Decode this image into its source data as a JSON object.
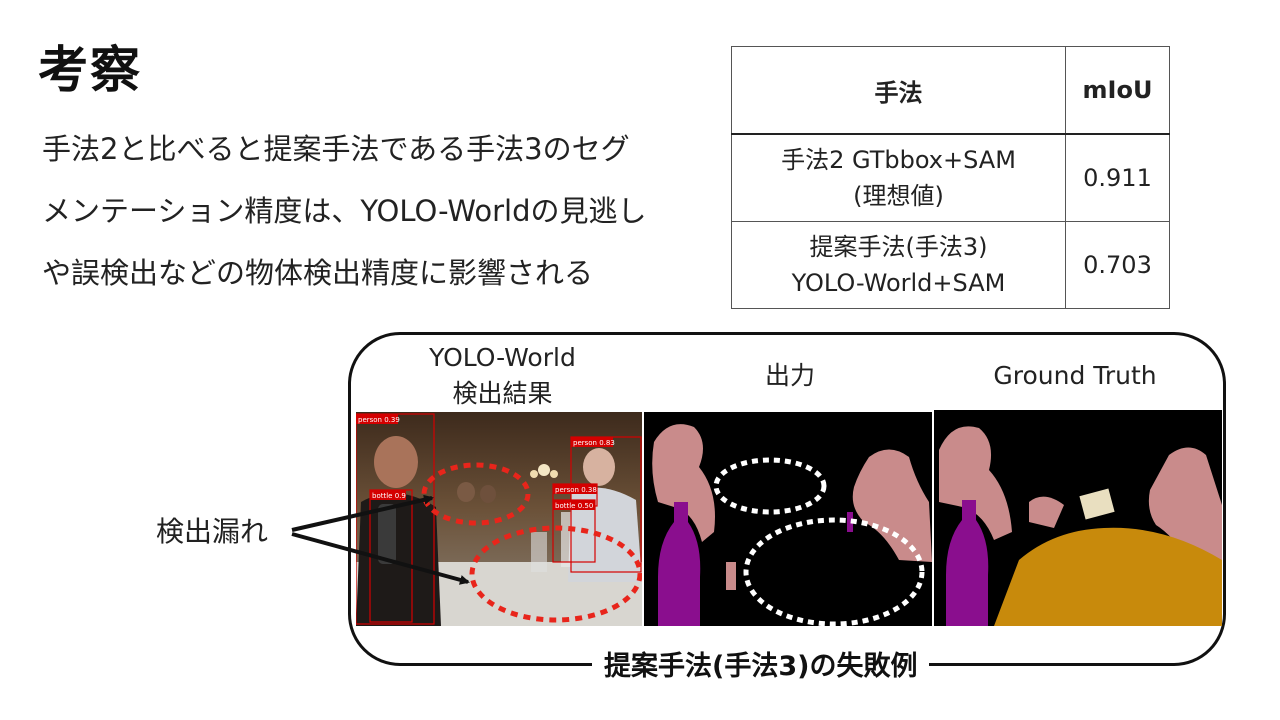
{
  "title": "考察",
  "body_lines": [
    "手法2と比べると提案手法である手法3のセグ",
    "メンテーション精度は、YOLO-Worldの見逃し",
    "や誤検出などの物体検出精度に影響される"
  ],
  "table": {
    "headers": [
      "手法",
      "mIoU"
    ],
    "rows": [
      {
        "method_line1": "手法2 GTbbox+SAM",
        "method_line2": "(理想値)",
        "miou": "0.911"
      },
      {
        "method_line1": "提案手法(手法3)",
        "method_line2": "YOLO-World+SAM",
        "miou": "0.703"
      }
    ]
  },
  "figure": {
    "col_labels": {
      "detection_line1": "YOLO-World",
      "detection_line2": "検出結果",
      "output": "出力",
      "ground_truth": "Ground Truth"
    },
    "detections": [
      "person 0.39",
      "person 0.83",
      "bottle 0.9",
      "person 0.38",
      "bottle 0.50"
    ],
    "missed_label": "検出漏れ",
    "caption": "提案手法(手法3)の失敗例"
  },
  "colors": {
    "person_mask": "#c98b8b",
    "bottle_mask": "#8a0e8e",
    "table_mask": "#c88a0c",
    "highlight": "#e8251b",
    "detection_box": "#d40000"
  }
}
